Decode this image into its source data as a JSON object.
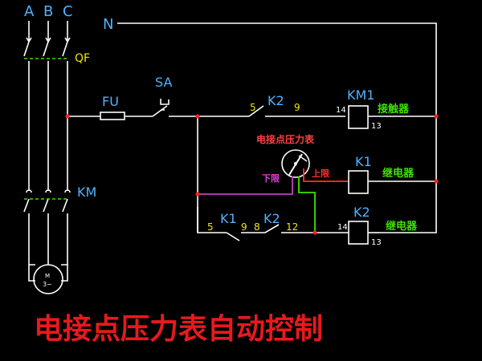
{
  "phases": [
    "A",
    "B",
    "C"
  ],
  "neutral": "N",
  "breaker_label": "QF",
  "contactor_main_label": "KM",
  "motor_label_top": "M",
  "motor_label_bottom": "3~",
  "fuse_label": "FU",
  "switch_label": "SA",
  "k2_contact_label": "K2",
  "k2_contact_left": "5",
  "k2_contact_right": "9",
  "km1_coil": {
    "label": "KM1",
    "pin_left": "14",
    "pin_bottom": "13",
    "desc": "接触器"
  },
  "k1_coil": {
    "label": "K1",
    "desc": "继电器"
  },
  "k2_coil": {
    "label": "K2",
    "pin_left": "14",
    "pin_bottom": "13",
    "desc": "继电器"
  },
  "gauge": {
    "label": "电接点压力表",
    "lower": "下限",
    "upper": "上限"
  },
  "hold_circuit": {
    "k1_label": "K1",
    "k2_label": "K2",
    "pins": [
      "5",
      "9",
      "8",
      "12"
    ]
  },
  "title": "电接点压力表自动控制",
  "colors": {
    "wire": "#ffffff",
    "label": "#4fb3ff",
    "pin": "#f2e600",
    "desc": "#3fe000",
    "title": "#e8191e",
    "junction": "#ff2020",
    "lower_limit": "#e040e0",
    "upper_limit": "#ff3030"
  }
}
